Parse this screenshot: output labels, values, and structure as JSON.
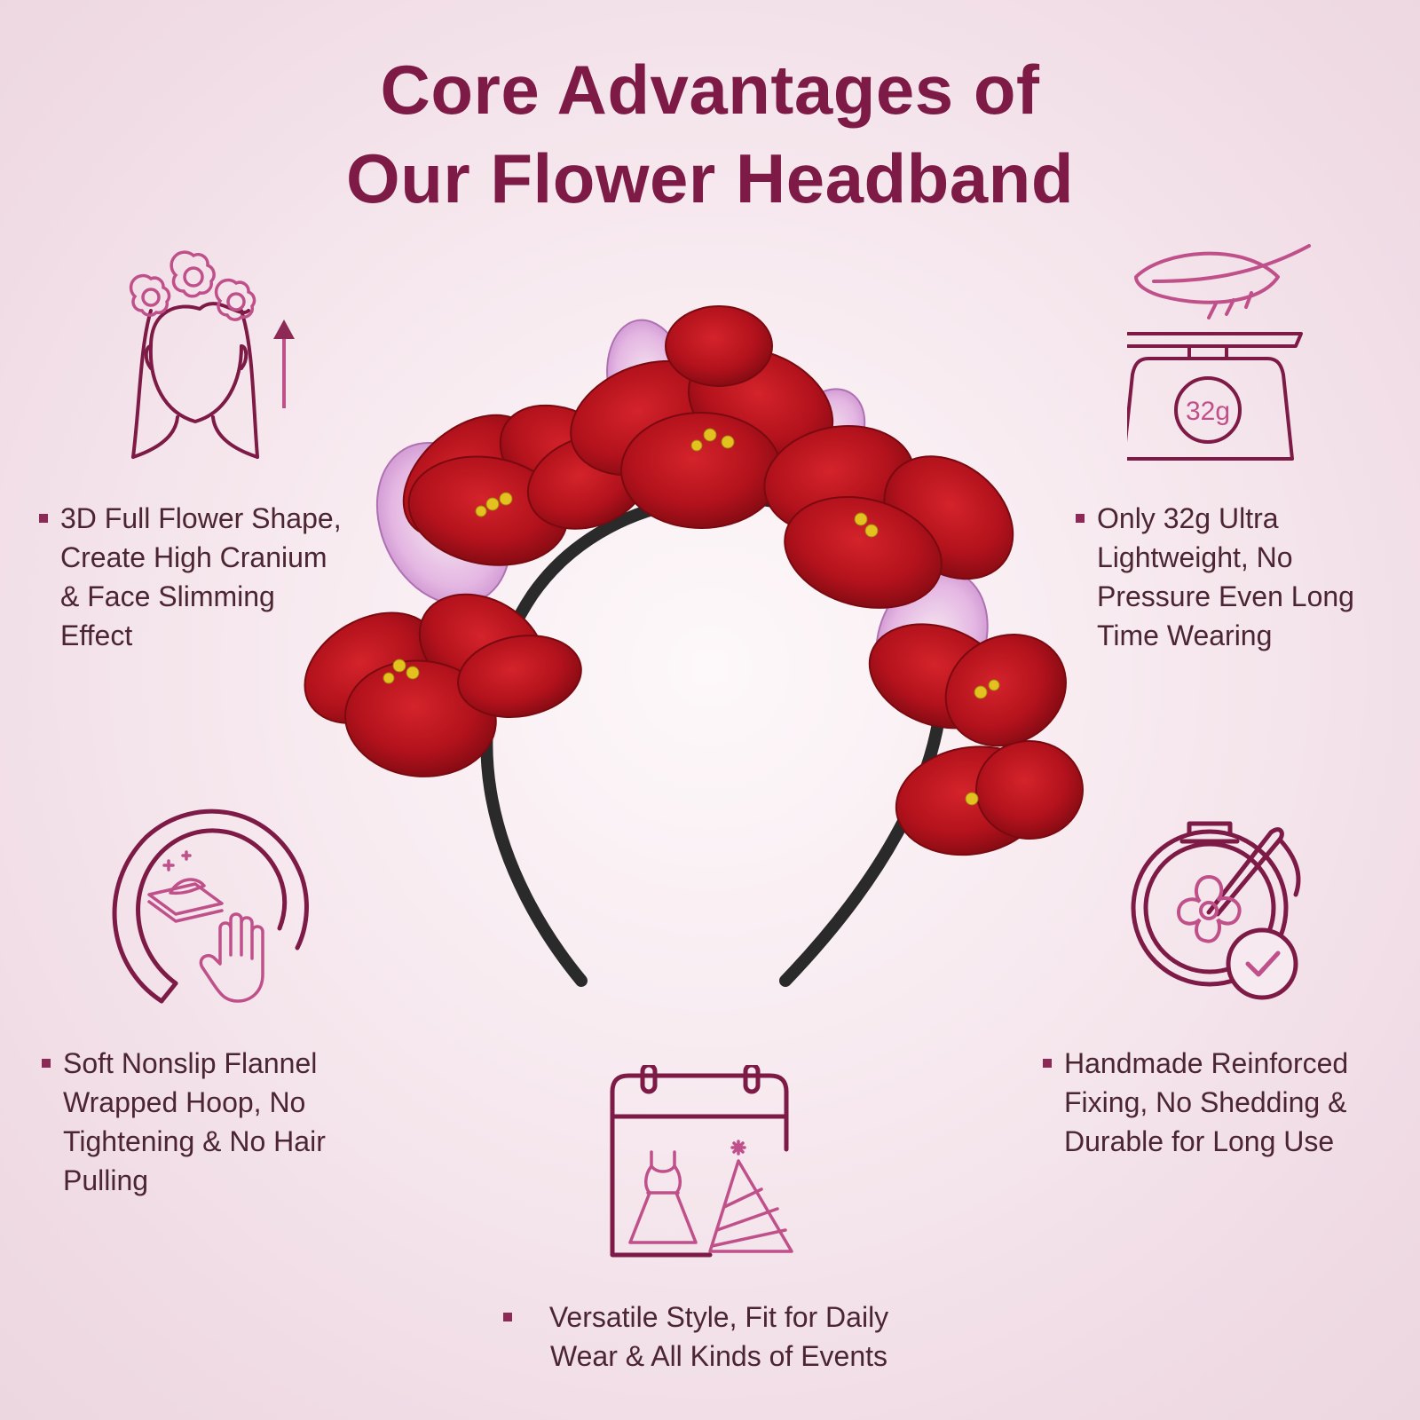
{
  "title": {
    "line1": "Core Advantages of",
    "line2": "Our Flower Headband"
  },
  "colors": {
    "title": "#7d1a46",
    "icon_dark": "#7d1a46",
    "icon_light": "#c0508a",
    "text": "#4b2532",
    "flower_red": "#b3121c",
    "orchid_pink": "#e4b6e2"
  },
  "icons": {
    "flower_crown": "flower-crown-head-icon",
    "weight": "feather-scale-icon",
    "flannel": "soft-hoop-hand-icon",
    "handmade": "embroidery-hoop-check-icon",
    "versatile": "calendar-dress-party-hat-icon"
  },
  "scale_reading": "32g",
  "features": {
    "flower_shape": [
      "3D Full Flower Shape,",
      "Create High Cranium",
      "& Face Slimming",
      "Effect"
    ],
    "lightweight": [
      "Only 32g Ultra",
      "Lightweight, No",
      "Pressure Even Long",
      "Time Wearing"
    ],
    "flannel": [
      "Soft Nonslip Flannel",
      "Wrapped Hoop, No",
      "Tightening & No Hair",
      "Pulling"
    ],
    "handmade": [
      "Handmade Reinforced",
      "Fixing, No Shedding &",
      "Durable for Long Use"
    ],
    "versatile": [
      "Versatile Style, Fit for Daily",
      "Wear & All Kinds of Events"
    ]
  }
}
